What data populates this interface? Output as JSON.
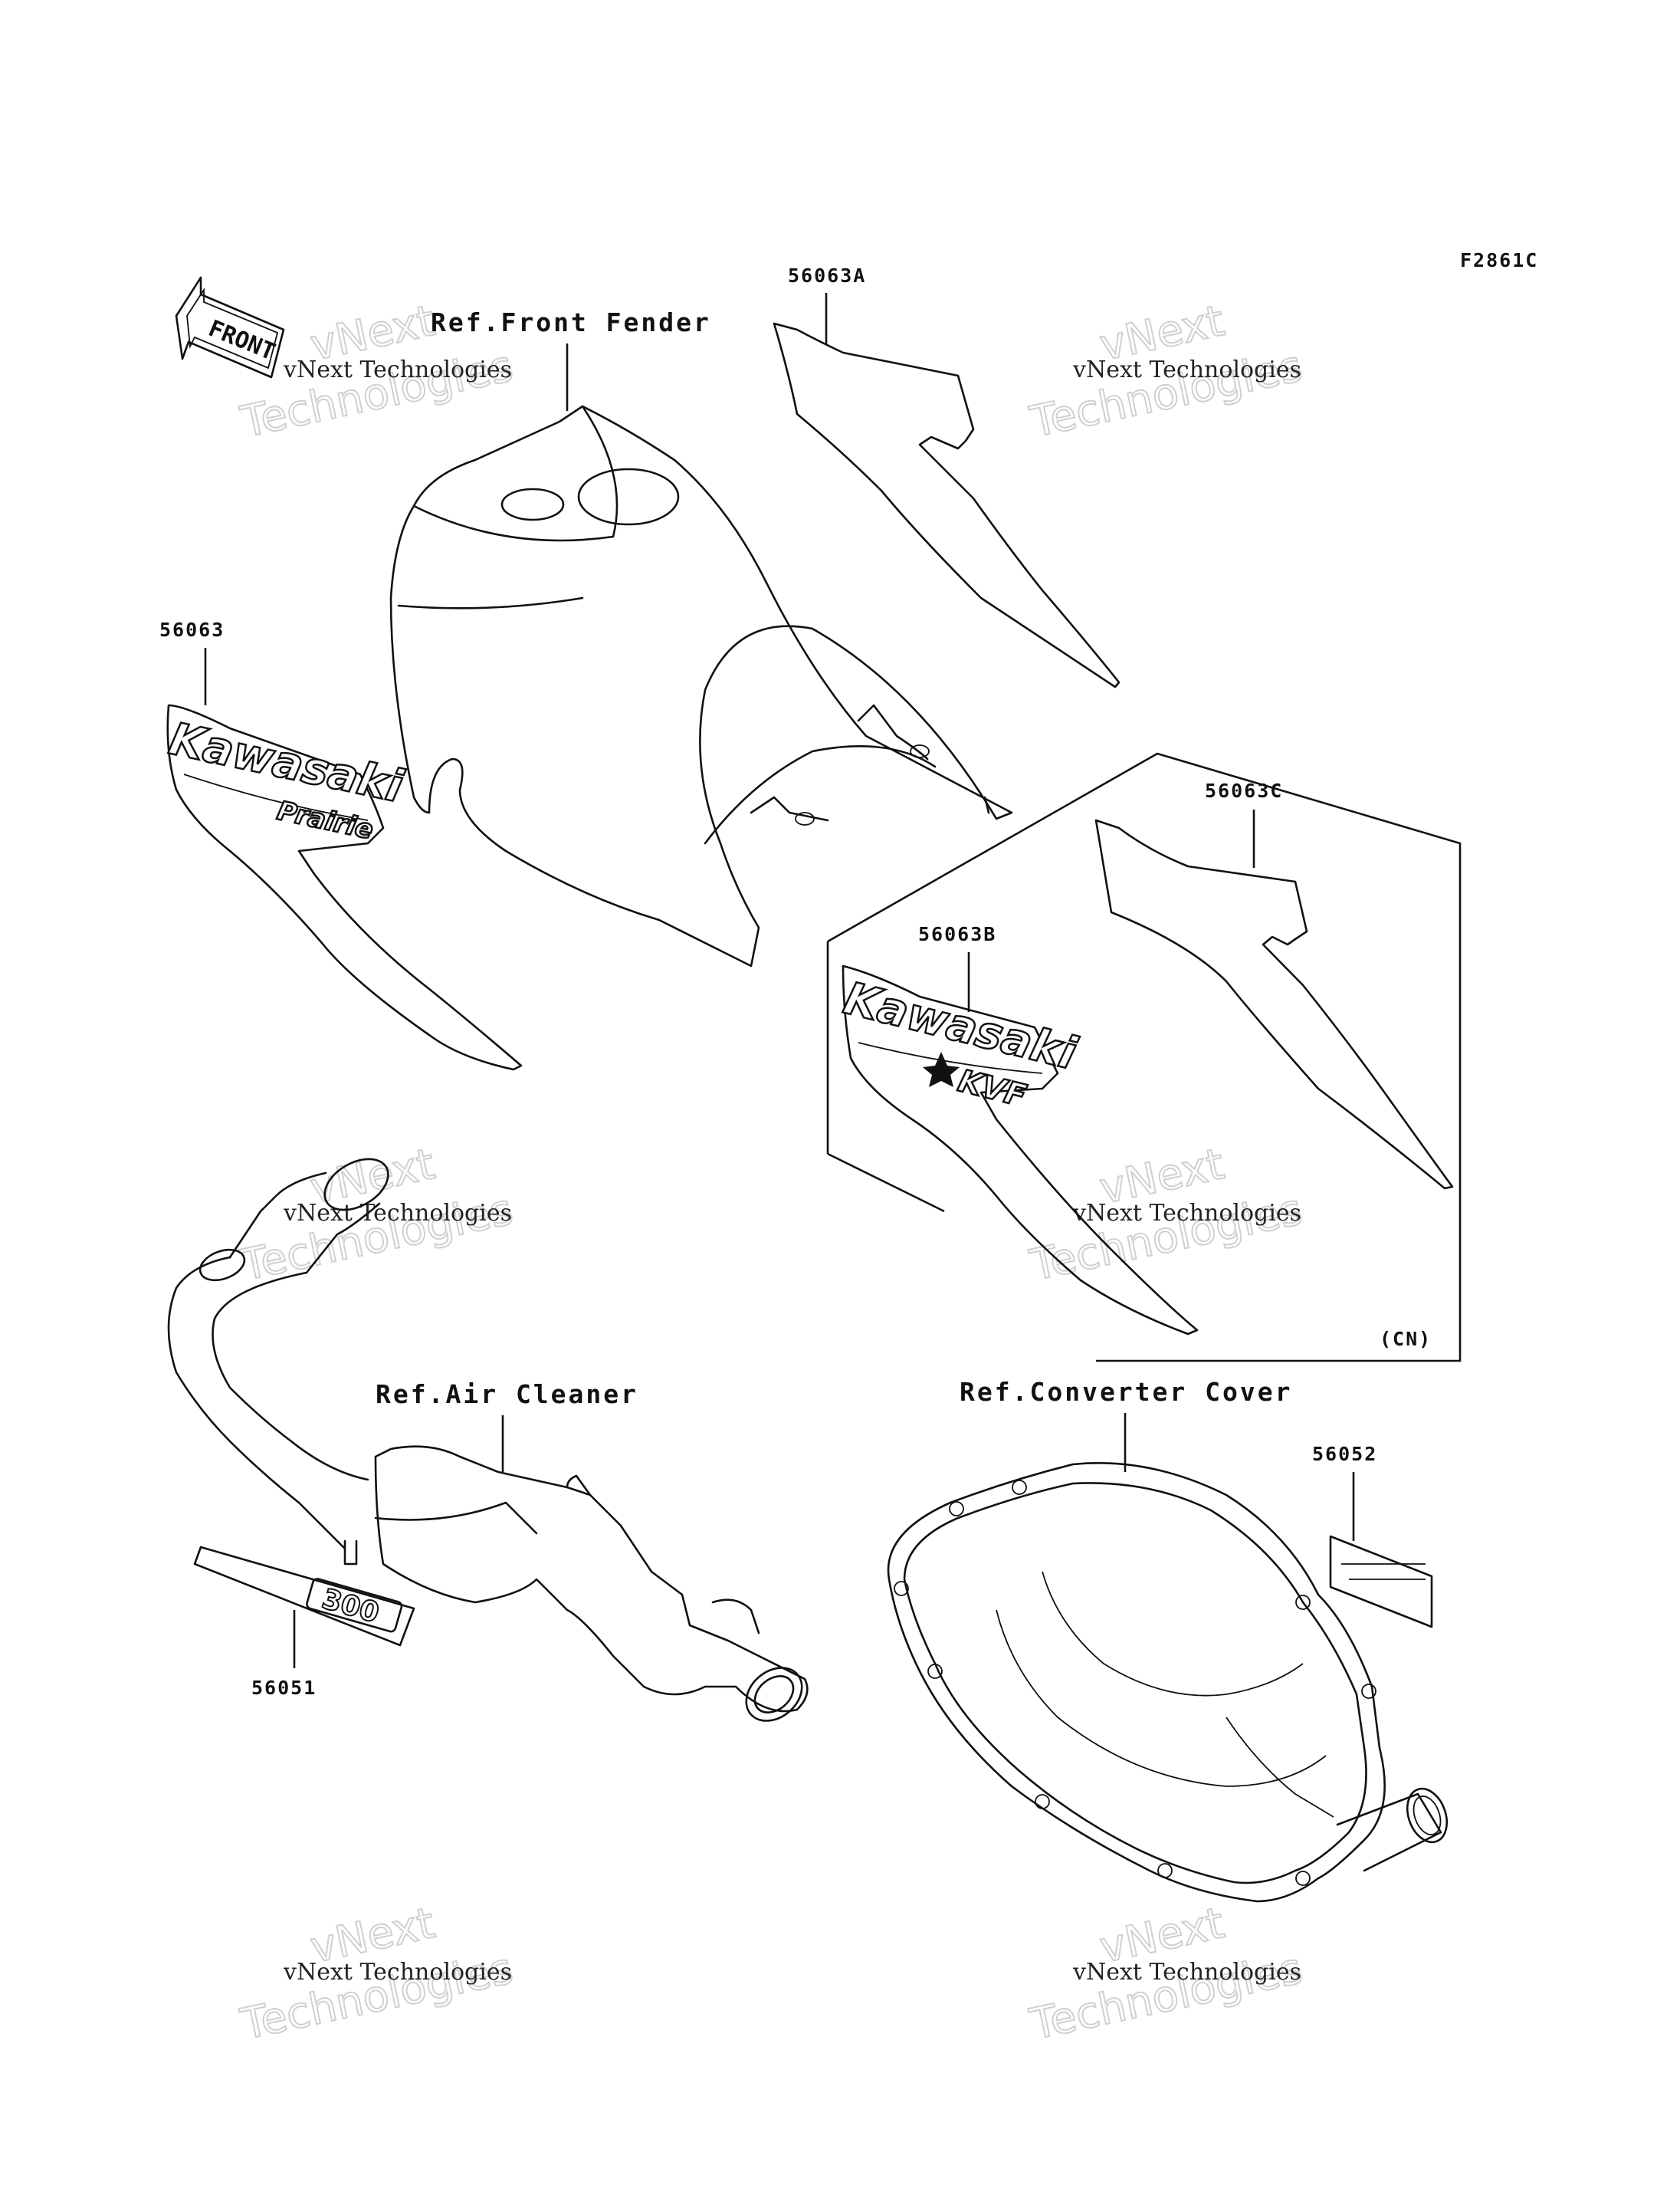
{
  "diagram_code": "F2861C",
  "front_arrow": {
    "label": "FRONT"
  },
  "labels": {
    "front_fender": "Ref.Front Fender",
    "part_56063A": "56063A",
    "part_56063": "56063",
    "part_56063C": "56063C",
    "part_56063B": "56063B",
    "region_cn": "(CN)",
    "air_cleaner": "Ref.Air Cleaner",
    "converter_cover": "Ref.Converter Cover",
    "part_56052": "56052",
    "part_56051": "56051"
  },
  "decals": {
    "decal_56063_brand": "Kawasaki",
    "decal_56063_model": "Prairie",
    "decal_56063B_brand": "Kawasaki",
    "decal_56063B_model": "KVF",
    "decal_56051_number": "300"
  },
  "watermarks": [
    {
      "line1": "vNext",
      "line2": "vNext Technologies",
      "line3": "Technologies"
    },
    {
      "line1": "vNext",
      "line2": "vNext Technologies",
      "line3": "Technologies"
    },
    {
      "line1": "vNext",
      "line2": "vNext Technologies",
      "line3": "Technologies"
    },
    {
      "line1": "vNext",
      "line2": "vNext Technologies",
      "line3": "Technologies"
    },
    {
      "line1": "vNext",
      "line2": "vNext Technologies",
      "line3": "Technologies"
    },
    {
      "line1": "vNext",
      "line2": "vNext Technologies",
      "line3": "Technologies"
    }
  ]
}
